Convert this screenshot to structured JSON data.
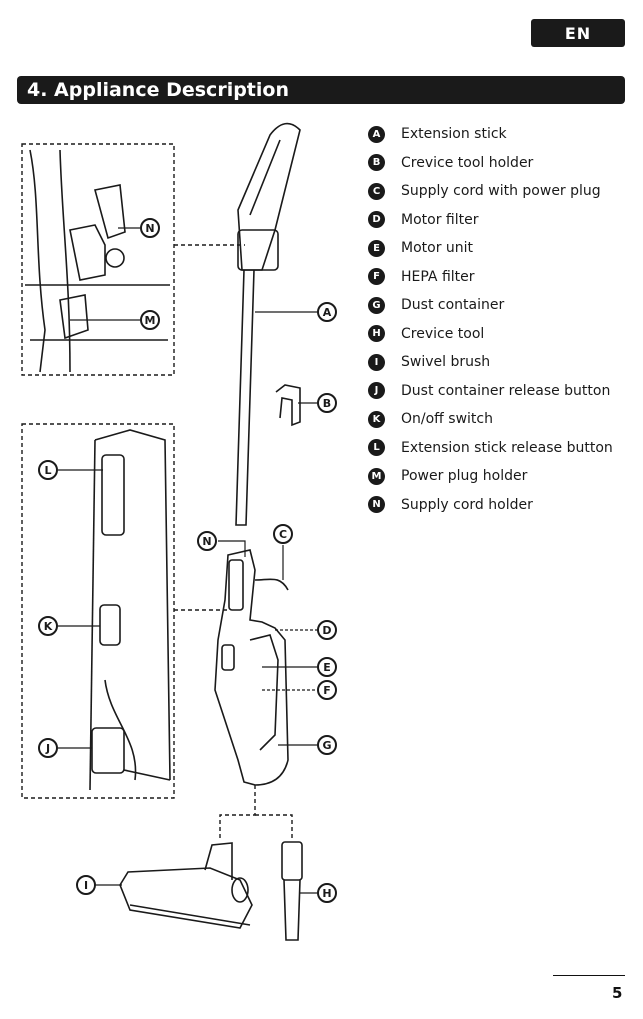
{
  "header": {
    "language": "EN"
  },
  "section": {
    "title": "4. Appliance Description"
  },
  "parts": [
    {
      "letter": "A",
      "name": "Extension stick"
    },
    {
      "letter": "B",
      "name": "Crevice tool holder"
    },
    {
      "letter": "C",
      "name": "Supply cord with power plug"
    },
    {
      "letter": "D",
      "name": "Motor filter"
    },
    {
      "letter": "E",
      "name": "Motor unit"
    },
    {
      "letter": "F",
      "name": "HEPA filter"
    },
    {
      "letter": "G",
      "name": "Dust container"
    },
    {
      "letter": "H",
      "name": "Crevice tool"
    },
    {
      "letter": "I",
      "name": "Swivel brush"
    },
    {
      "letter": "J",
      "name": "Dust container release button"
    },
    {
      "letter": "K",
      "name": "On/off switch"
    },
    {
      "letter": "L",
      "name": "Extension stick release button"
    },
    {
      "letter": "M",
      "name": "Power plug holder"
    },
    {
      "letter": "N",
      "name": "Supply cord holder"
    }
  ],
  "footer": {
    "page_number": "5"
  }
}
